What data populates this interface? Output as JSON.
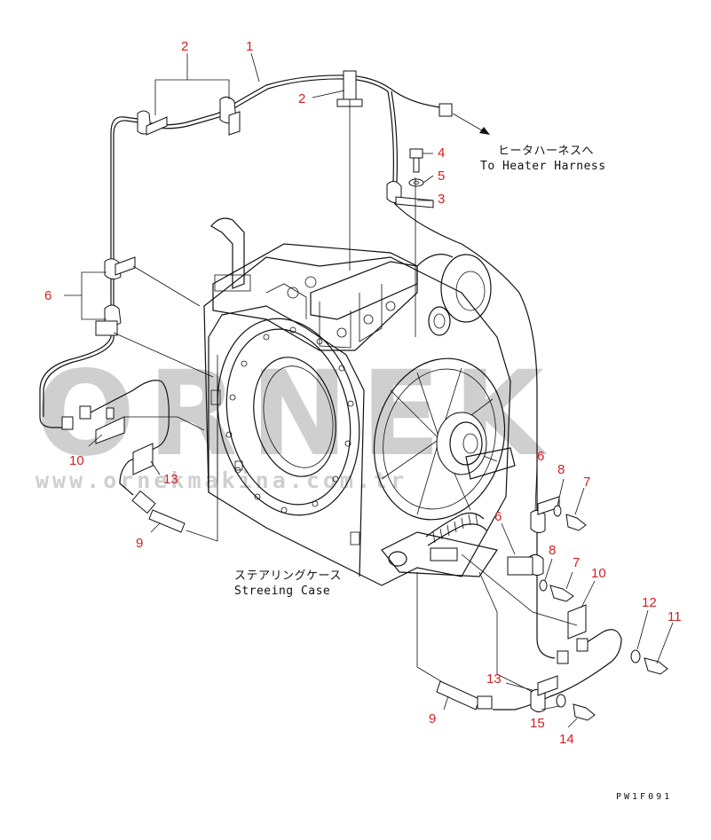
{
  "watermark": {
    "brand": "ORNEK",
    "site": "www.ornekmakina.com.tr"
  },
  "notes": {
    "heater_jp": "ヒータハーネスへ",
    "heater_en": "To Heater Harness",
    "case_jp": "ステアリングケース",
    "case_en": "Streeing Case"
  },
  "drawing_code": "PW1F091",
  "callouts": [
    {
      "id": "c2a",
      "label": "2"
    },
    {
      "id": "c1",
      "label": "1"
    },
    {
      "id": "c2b",
      "label": "2"
    },
    {
      "id": "c4",
      "label": "4"
    },
    {
      "id": "c5",
      "label": "5"
    },
    {
      "id": "c3",
      "label": "3"
    },
    {
      "id": "c6a",
      "label": "6"
    },
    {
      "id": "c10a",
      "label": "10"
    },
    {
      "id": "c13a",
      "label": "13"
    },
    {
      "id": "c9a",
      "label": "9"
    },
    {
      "id": "c6b",
      "label": "6"
    },
    {
      "id": "c8a",
      "label": "8"
    },
    {
      "id": "c7a",
      "label": "7"
    },
    {
      "id": "c6c",
      "label": "6"
    },
    {
      "id": "c8b",
      "label": "8"
    },
    {
      "id": "c7b",
      "label": "7"
    },
    {
      "id": "c10b",
      "label": "10"
    },
    {
      "id": "c12",
      "label": "12"
    },
    {
      "id": "c11",
      "label": "11"
    },
    {
      "id": "c13b",
      "label": "13"
    },
    {
      "id": "c9b",
      "label": "9"
    },
    {
      "id": "c15",
      "label": "15"
    },
    {
      "id": "c14",
      "label": "14"
    }
  ]
}
